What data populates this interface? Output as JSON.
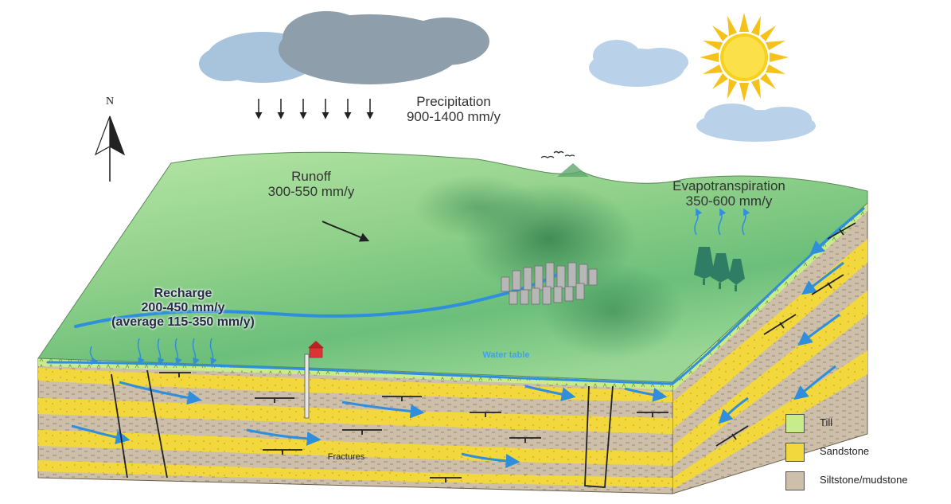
{
  "labels": {
    "precipitation_title": "Precipitation",
    "precipitation_value": "900-1400 mm/y",
    "runoff_title": "Runoff",
    "runoff_value": "300-550 mm/y",
    "evap_title": "Evapotranspiration",
    "evap_value": "350-600 mm/y",
    "recharge_title": "Recharge",
    "recharge_value": "200-450 mm/y",
    "recharge_average": "(average 115-350 mm/y)",
    "water_table": "Water table",
    "fractures": "Fractures",
    "north": "N"
  },
  "legend": [
    {
      "label": "Till",
      "color": "#c9ec8a"
    },
    {
      "label": "Sandstone",
      "color": "#f2d83c"
    },
    {
      "label": "Siltstone/mudstone",
      "color": "#cdbfa9"
    }
  ],
  "colors": {
    "sandstone": "#f2d83c",
    "siltstone": "#cdbfa9",
    "till": "#c9ec8a",
    "water": "#2f8fdc",
    "terrain_light": "#c8ecc0",
    "terrain_dark": "#3f8f56"
  },
  "icons": [
    "cloud-icon",
    "sun-icon",
    "north-arrow-icon",
    "trees-icon",
    "house-icon",
    "well-icon",
    "birds-icon",
    "town-icon"
  ]
}
